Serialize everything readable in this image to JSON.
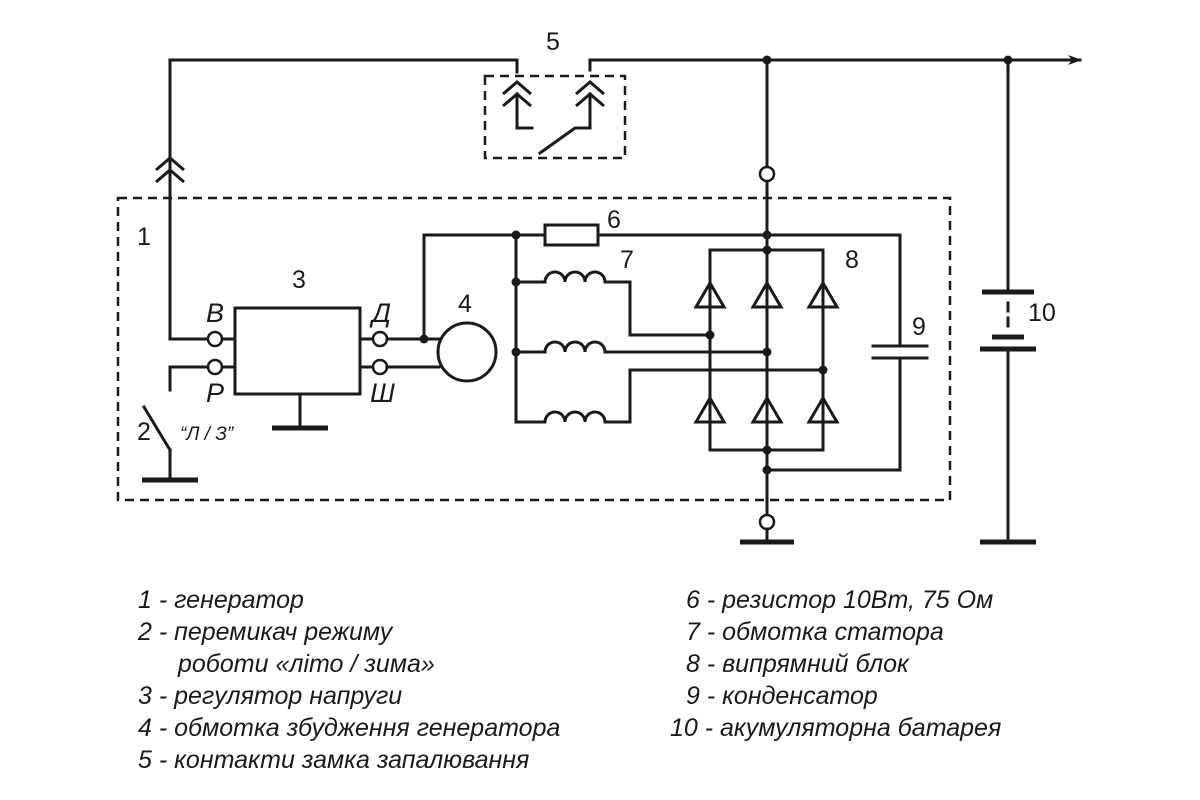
{
  "components": {
    "generator": "1",
    "switch": "2",
    "regulator": "3",
    "field_winding": "4",
    "ignition_contacts": "5",
    "resistor": "6",
    "stator_winding": "7",
    "rectifier": "8",
    "capacitor": "9",
    "battery": "10"
  },
  "terminals": {
    "B": "В",
    "P": "Р",
    "D": "Д",
    "Sh": "Ш"
  },
  "switch_label": "“Л / З”",
  "legend": {
    "left": [
      "1 - генератор",
      "2 - перемикач режиму",
      "роботи «літо / зима»",
      "3 - регулятор напруги",
      "4 - обмотка збудження генератора",
      "5 - контакти замка запалювання"
    ],
    "right": [
      "6 - резистор 10Вт, 75 Ом",
      "7 - обмотка статора",
      "8 - випрямний блок",
      "9 - конденсатор",
      "10 - акумуляторна батарея"
    ]
  }
}
